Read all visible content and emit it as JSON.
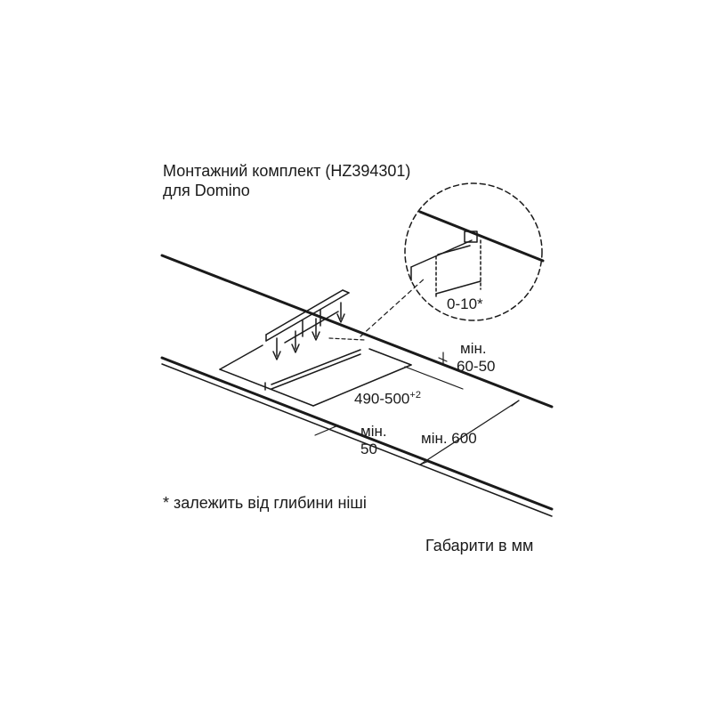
{
  "title_line1": "Монтажний комплект (HZ394301)",
  "title_line2": "для Domino",
  "dim_inset": "0-10*",
  "dim_depth_label": "мін.",
  "dim_depth_value": "60-50",
  "dim_cutout_value": "490-500",
  "dim_cutout_tolerance": "+2",
  "dim_front_label": "мін.",
  "dim_front_value": "50",
  "dim_width": "мін. 600",
  "footnote": "* залежить від глибини ніші",
  "units_note": "Габарити в мм",
  "colors": {
    "line": "#1a1a1a",
    "background": "#ffffff"
  }
}
